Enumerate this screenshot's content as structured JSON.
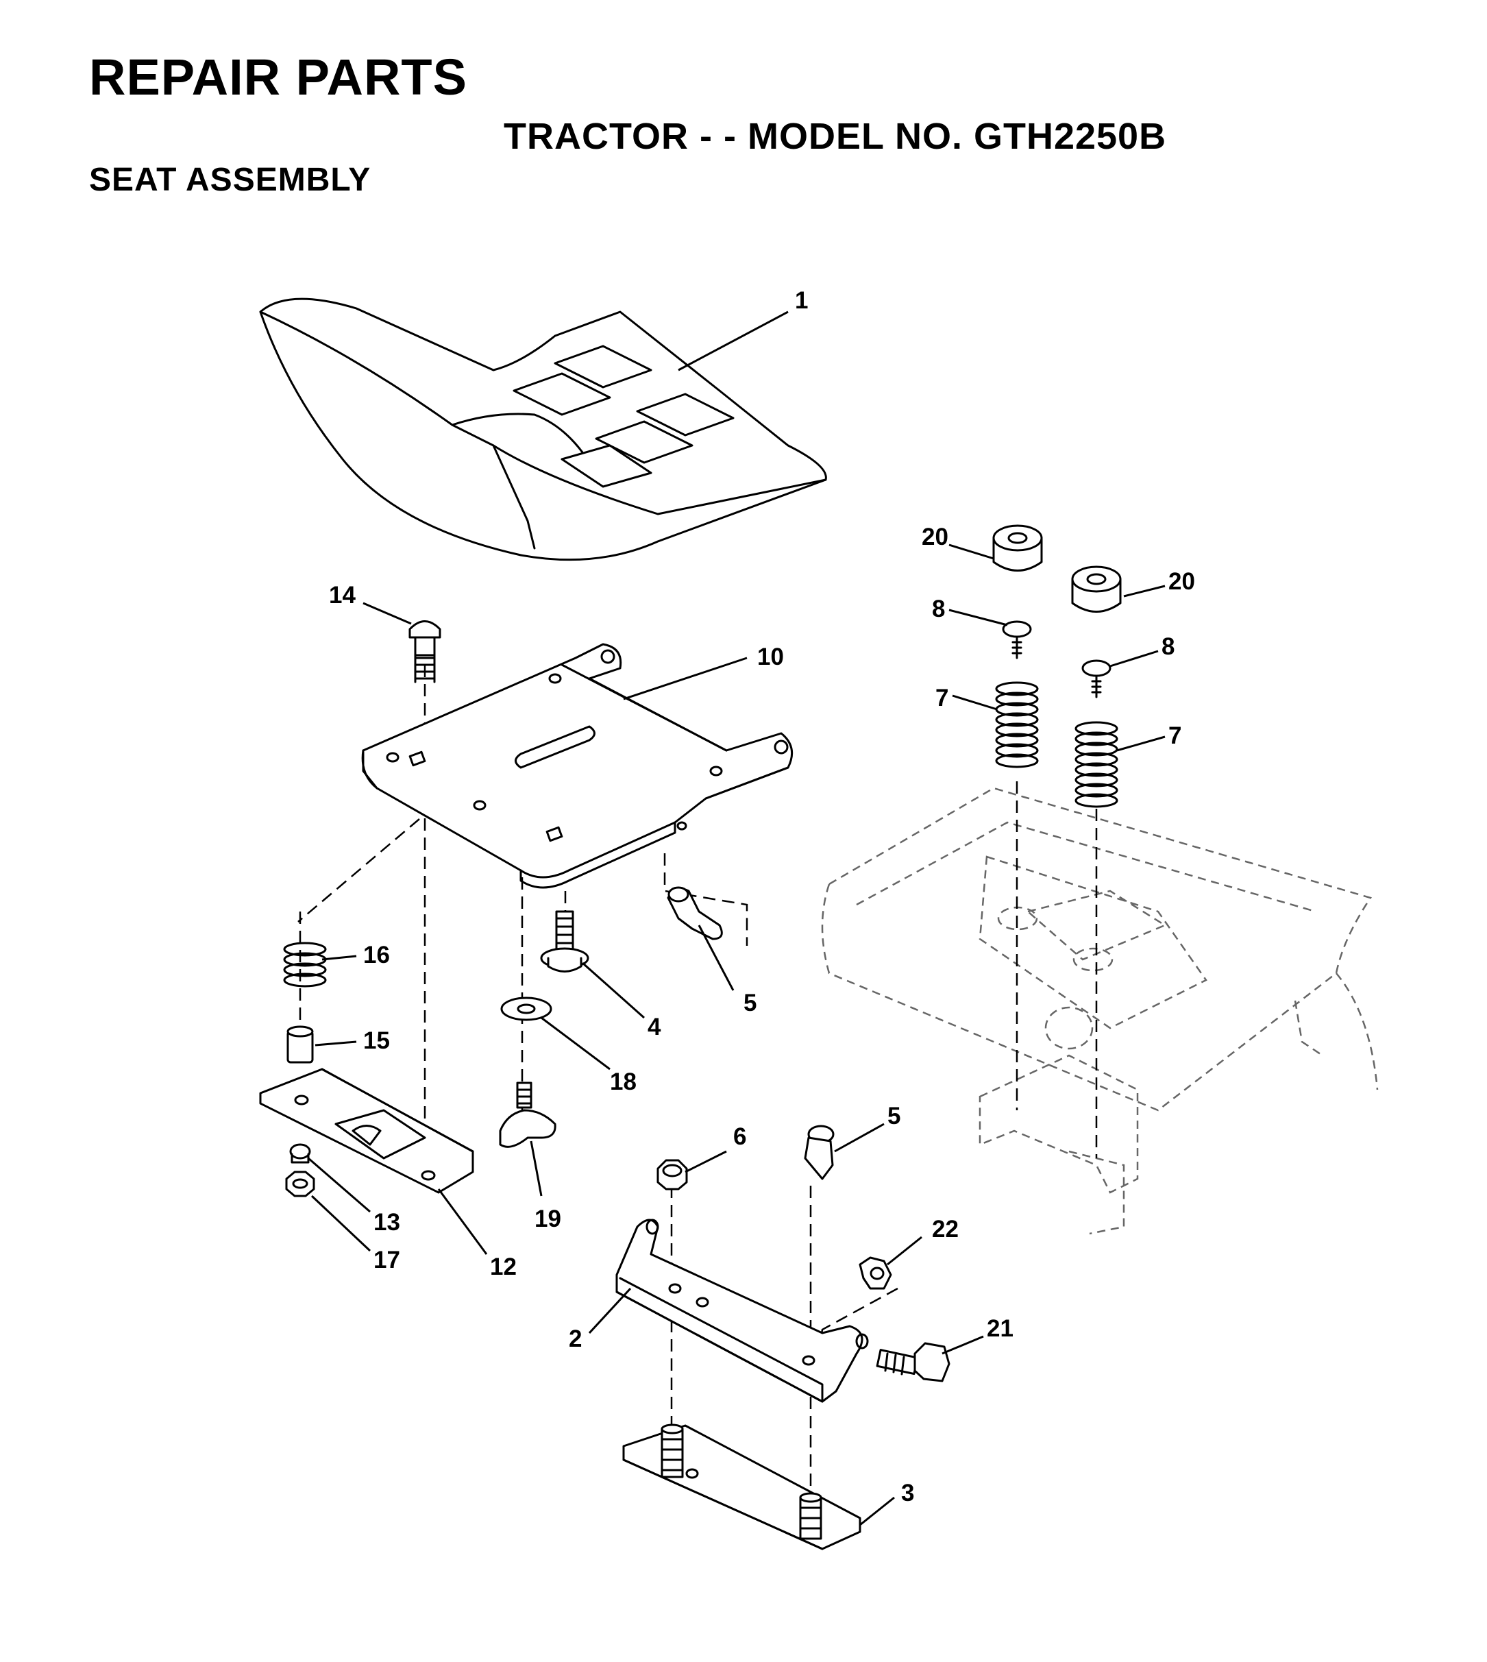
{
  "header": {
    "title": "REPAIR PARTS",
    "subtitle": "TRACTOR - - MODEL NO. GTH2250B",
    "section": "SEAT ASSEMBLY"
  },
  "callouts": [
    {
      "id": "c1",
      "label": "1"
    },
    {
      "id": "c2",
      "label": "2"
    },
    {
      "id": "c3",
      "label": "3"
    },
    {
      "id": "c4",
      "label": "4"
    },
    {
      "id": "c5a",
      "label": "5"
    },
    {
      "id": "c5b",
      "label": "5"
    },
    {
      "id": "c6",
      "label": "6"
    },
    {
      "id": "c7a",
      "label": "7"
    },
    {
      "id": "c7b",
      "label": "7"
    },
    {
      "id": "c8a",
      "label": "8"
    },
    {
      "id": "c8b",
      "label": "8"
    },
    {
      "id": "c10",
      "label": "10"
    },
    {
      "id": "c12",
      "label": "12"
    },
    {
      "id": "c13",
      "label": "13"
    },
    {
      "id": "c14",
      "label": "14"
    },
    {
      "id": "c15",
      "label": "15"
    },
    {
      "id": "c16",
      "label": "16"
    },
    {
      "id": "c17",
      "label": "17"
    },
    {
      "id": "c18",
      "label": "18"
    },
    {
      "id": "c19",
      "label": "19"
    },
    {
      "id": "c20a",
      "label": "20"
    },
    {
      "id": "c20b",
      "label": "20"
    },
    {
      "id": "c21",
      "label": "21"
    },
    {
      "id": "c22",
      "label": "22"
    }
  ]
}
